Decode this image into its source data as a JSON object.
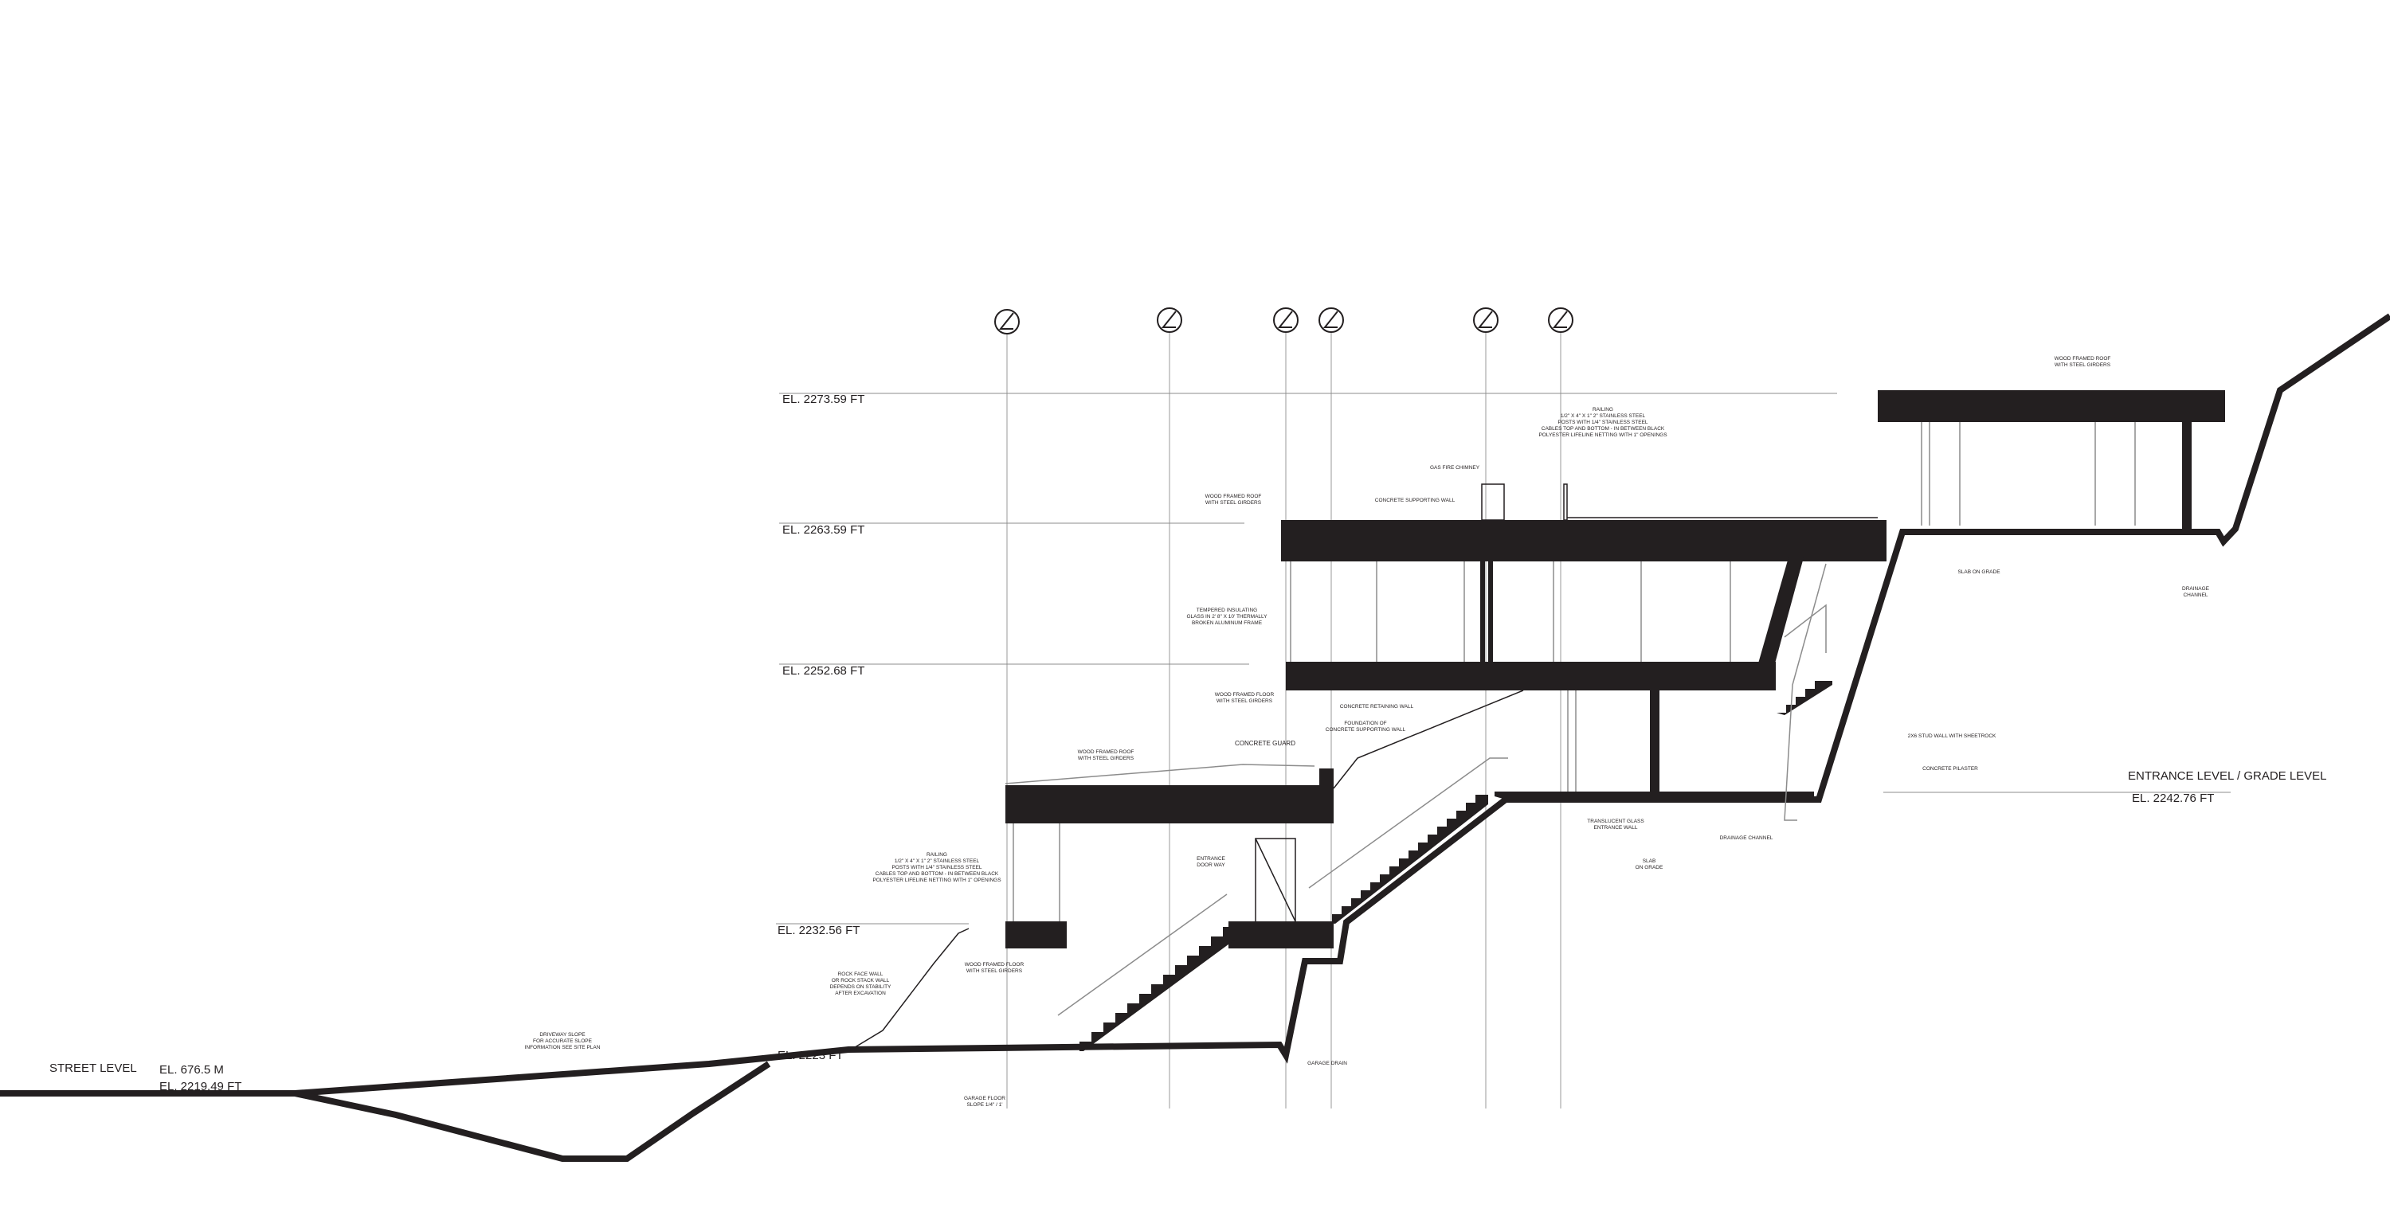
{
  "colors": {
    "ink": "#231f20",
    "grid": "#9a9a9a",
    "background": "#ffffff"
  },
  "grid_markers": [
    {
      "id": "g1",
      "symbol": "grid-bubble"
    },
    {
      "id": "g2",
      "symbol": "grid-bubble"
    },
    {
      "id": "g3",
      "symbol": "grid-bubble"
    },
    {
      "id": "g4",
      "symbol": "grid-bubble"
    },
    {
      "id": "g5",
      "symbol": "grid-bubble"
    },
    {
      "id": "g6",
      "symbol": "grid-bubble"
    }
  ],
  "elevations": {
    "el_2273": "EL. 2273.59 FT",
    "el_2263": "EL. 2263.59 FT",
    "el_2252": "EL. 2252.68 FT",
    "el_2232": "EL. 2232.56 FT",
    "el_2223": "EL. 2223 FT",
    "el_2242": "EL. 2242.76 FT",
    "street_m": "EL. 676.5 M",
    "street_ft": "EL. 2219.49 FT"
  },
  "levels": {
    "street": "STREET LEVEL",
    "entrance": "ENTRANCE LEVEL / GRADE LEVEL"
  },
  "notes": {
    "wood_roof_top_1": "WOOD FRAMED ROOF",
    "wood_roof_top_2": "WITH STEEL GIRDERS",
    "railing_top_1": "RAILING",
    "railing_top_2": "1/2\" X 4\" X 1\" 2\" STAINLESS STEEL",
    "railing_top_3": "POSTS WITH 1/4\" STAINLESS STEEL",
    "railing_top_4": "CABLES TOP AND BOTTOM - IN BETWEEN BLACK",
    "railing_top_5": "POLYESTER LIFELINE NETTING WITH 1\" OPENINGS",
    "gas_chimney": "GAS FIRE CHIMNEY",
    "concrete_supporting_wall": "CONCRETE SUPPORTING WALL",
    "wood_roof_mid_1": "WOOD FRAMED ROOF",
    "wood_roof_mid_2": "WITH STEEL GIRDERS",
    "glass_1": "TEMPERED INSULATING",
    "glass_2": "GLASS IN 2' 8\" X 10' THERMALLY",
    "glass_3": "BROKEN ALUMINUM FRAME",
    "slab_on_grade_top": "SLAB ON GRADE",
    "drainage_channel_top_1": "DRAINAGE",
    "drainage_channel_top_2": "CHANNEL",
    "wood_floor_mid_1": "WOOD FRAMED FLOOR",
    "wood_floor_mid_2": "WITH STEEL GIRDERS",
    "concrete_retaining_wall": "CONCRETE RETAINING WALL",
    "foundation_1": "FOUNDATION OF",
    "foundation_2": "CONCRETE SUPPORTING WALL",
    "concrete_guard": "CONCRETE GUARD",
    "wood_roof_low_1": "WOOD FRAMED ROOF",
    "wood_roof_low_2": "WITH STEEL GIRDERS",
    "stud_wall": "2X6 STUD WALL WITH SHEETROCK",
    "concrete_pilaster": "CONCRETE PILASTER",
    "translucent_1": "TRANSLUCENT GLASS",
    "translucent_2": "ENTRANCE WALL",
    "drainage_channel_mid": "DRAINAGE CHANNEL",
    "slab_on_grade_mid_1": "SLAB",
    "slab_on_grade_mid_2": "ON GRADE",
    "railing_low_1": "RAILING",
    "railing_low_2": "1/2\" X 4\" X 1\" 2\" STAINLESS STEEL",
    "railing_low_3": "POSTS WITH 1/4\" STAINLESS STEEL",
    "railing_low_4": "CABLES TOP AND BOTTOM - IN BETWEEN BLACK",
    "railing_low_5": "POLYESTER LIFELINE NETTING WITH 1\" OPENINGS",
    "entrance_door_1": "ENTRANCE",
    "entrance_door_2": "DOOR WAY",
    "rock_wall_1": "ROCK FACE WALL",
    "rock_wall_2": "OR ROCK STACK WALL",
    "rock_wall_3": "DEPENDS ON STABILITY",
    "rock_wall_4": "AFTER EXCAVATION",
    "wood_floor_low_1": "WOOD FRAMED FLOOR",
    "wood_floor_low_2": "WITH STEEL GIRDERS",
    "driveway_1": "DRIVEWAY SLOPE",
    "driveway_2": "FOR ACCURATE SLOPE",
    "driveway_3": "INFORMATION SEE SITE PLAN",
    "garage_drain": "GARAGE DRAIN",
    "garage_floor_1": "GARAGE FLOOR",
    "garage_floor_2": "SLOPE 1/4\" / 1'"
  }
}
